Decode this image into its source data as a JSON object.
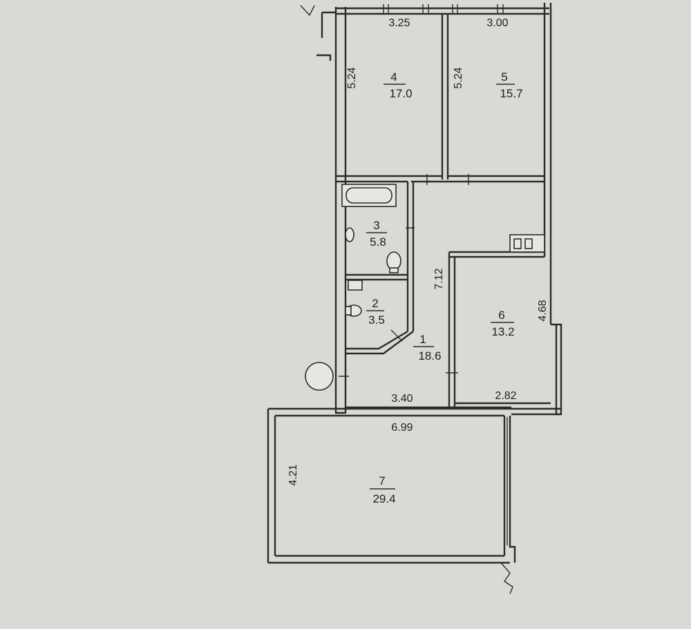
{
  "rooms": [
    {
      "number": "1",
      "area": "18.6"
    },
    {
      "number": "2",
      "area": "3.5"
    },
    {
      "number": "3",
      "area": "5.8"
    },
    {
      "number": "4",
      "area": "17.0"
    },
    {
      "number": "5",
      "area": "15.7"
    },
    {
      "number": "6",
      "area": "13.2"
    },
    {
      "number": "7",
      "area": "29.4"
    }
  ],
  "dimensions": {
    "room4_width": "3.25",
    "room4_depth": "5.24",
    "room5_width": "3.00",
    "room5_depth": "5.24",
    "hall_length": "7.12",
    "hall_width": "3.40",
    "room6_depth": "4.68",
    "room6_width": "2.82",
    "room7_width": "6.99",
    "room7_depth": "4.21"
  }
}
